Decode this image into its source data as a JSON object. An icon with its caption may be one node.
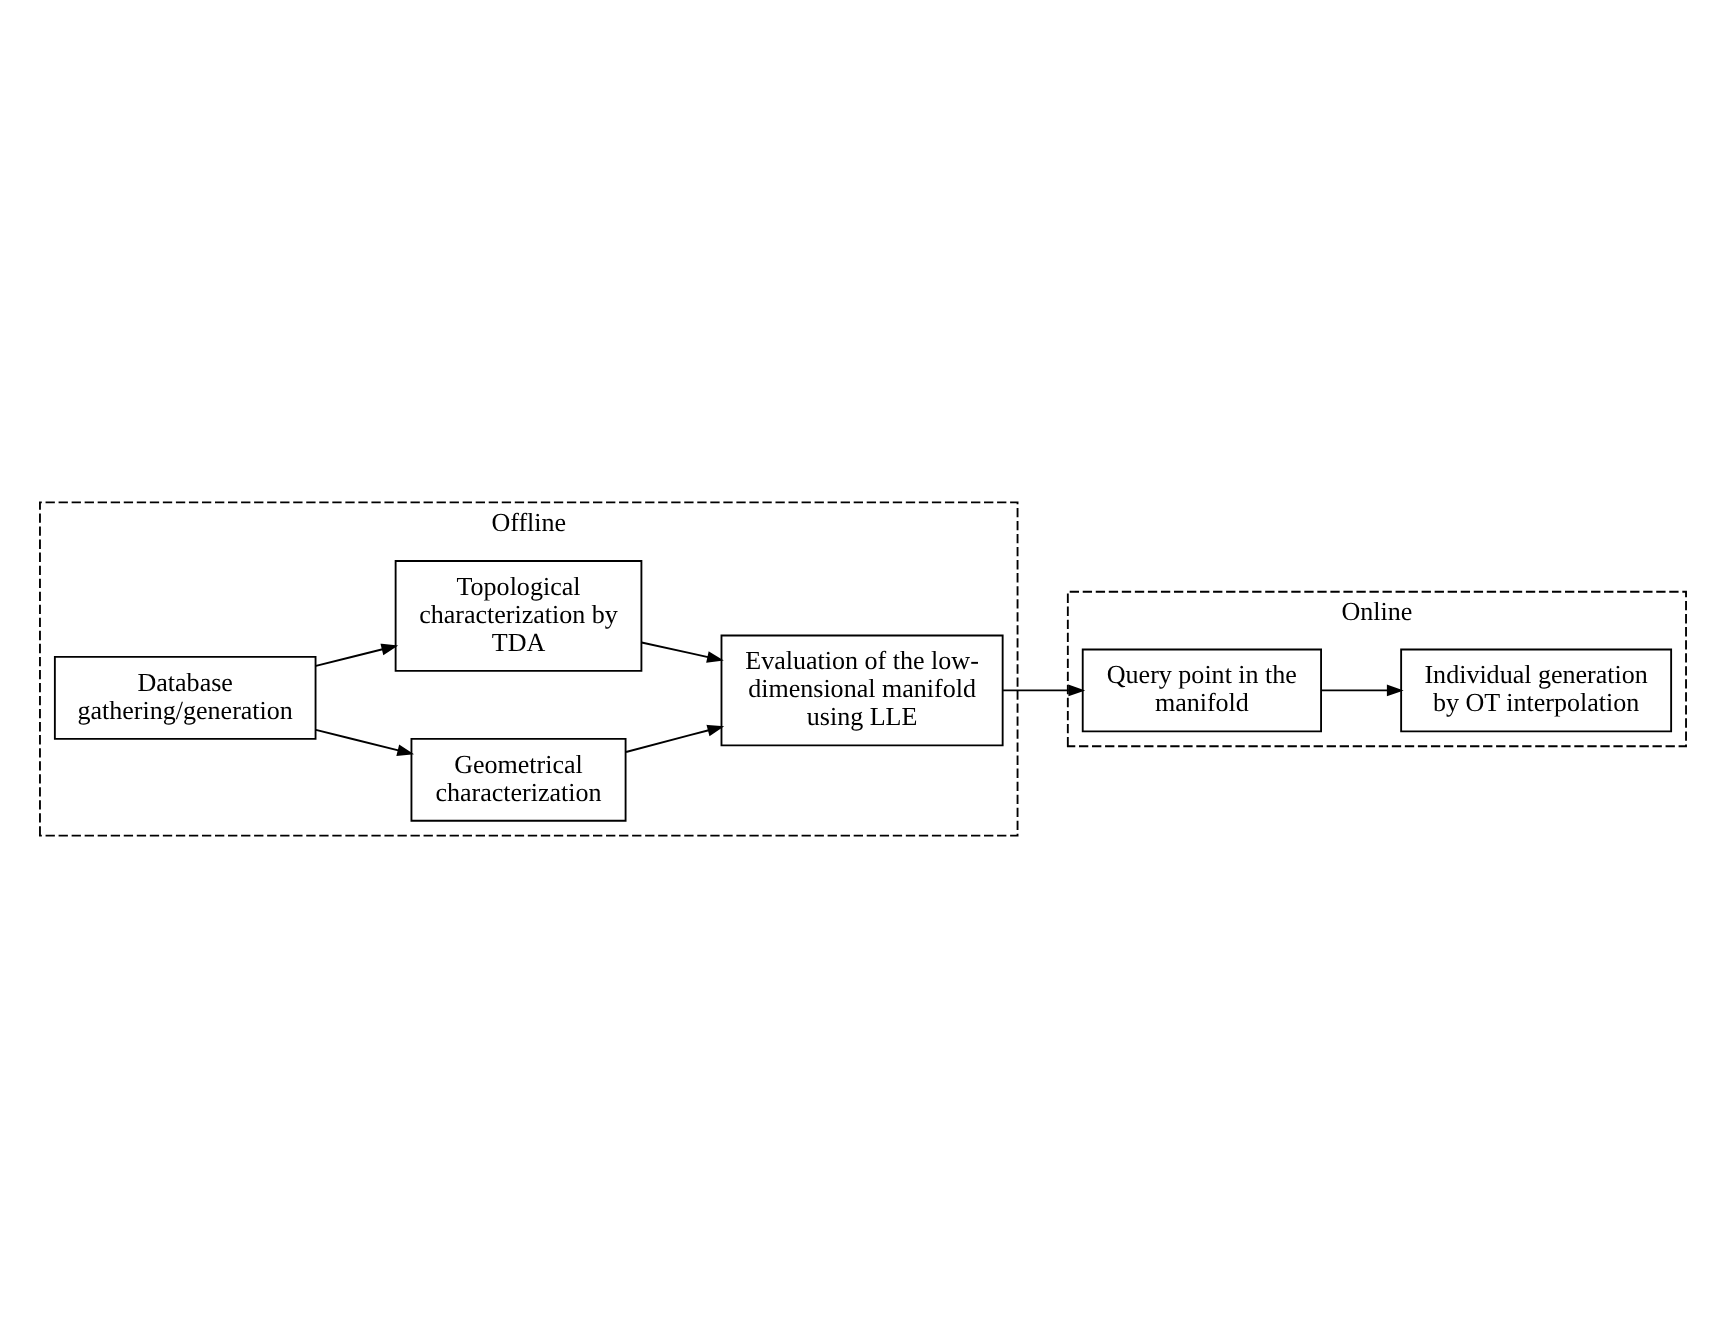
{
  "diagram": {
    "nodes": [
      {
        "text": [
          "Offline"
        ]
      },
      {
        "text": [
          "Database gathering/generation"
        ],
        "in": 0
      },
      {
        "text": [
          "Geometrical characterization"
        ],
        "in": 0
      },
      {
        "text": [
          "Topological characterization by TDA"
        ],
        "in": 0
      },
      {
        "text": [
          "Evaluation of the low-dimensional manifold using LLE"
        ],
        "in": 0
      },
      {
        "text": [
          "Online"
        ]
      },
      {
        "text": [
          "Query point in the manifold"
        ],
        "in": 5
      },
      {
        "text": [
          "Individual generation by OT interpolation"
        ],
        "in": 5
      }
    ],
    "edges": [
      {
        "from": 1,
        "to": 2,
        "arrow": "to"
      },
      {
        "from": 1,
        "to": 3,
        "arrow": "to"
      },
      {
        "from": 2,
        "to": 4,
        "arrow": "to"
      },
      {
        "from": 3,
        "to": 4,
        "arrow": "to"
      },
      {
        "from": 4,
        "to": 6,
        "arrow": "to"
      },
      {
        "from": 6,
        "to": 7,
        "arrow": "to"
      }
    ]
  }
}
